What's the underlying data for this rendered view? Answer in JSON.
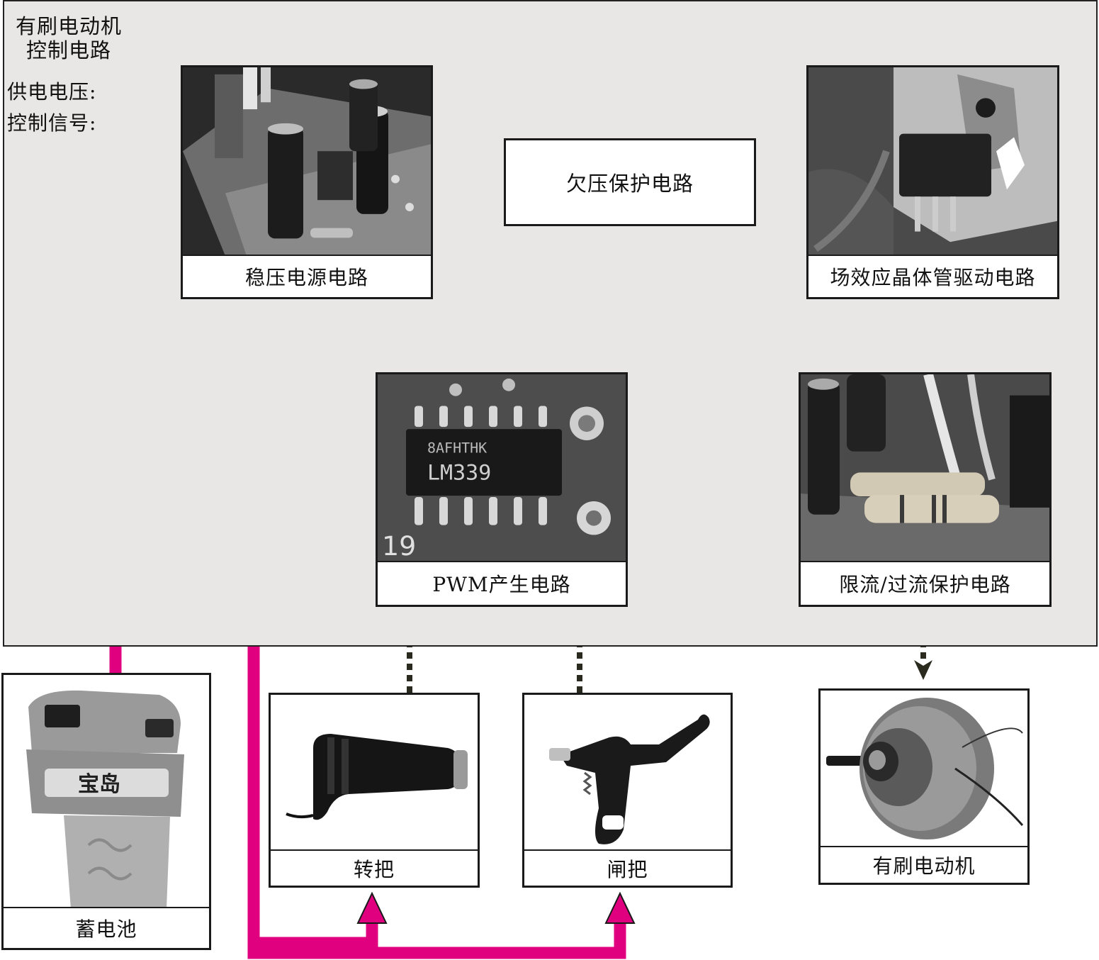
{
  "region": {
    "title": "有刷电动机\n控制电路"
  },
  "legend": {
    "supply": "供电电压:",
    "control": "控制信号:"
  },
  "nodes": {
    "regulator": "稳压电源电路",
    "undervoltage": "欠压保护电路",
    "fet_driver": "场效应晶体管驱动电路",
    "pwm": "PWM产生电路",
    "current_limit": "限流/过流保护电路",
    "battery": "蓄电池",
    "throttle": "转把",
    "brake": "闸把",
    "motor": "有刷电动机"
  },
  "photo_text": {
    "chip_marking": "LM339",
    "chip_code": "8AFHTHK",
    "board_number": "19",
    "battery_brand": "宝岛"
  },
  "colors": {
    "supply_arrow": "#e0007f",
    "control_arrow": "#2b2a1f",
    "region_bg": "#e8e7e5"
  }
}
